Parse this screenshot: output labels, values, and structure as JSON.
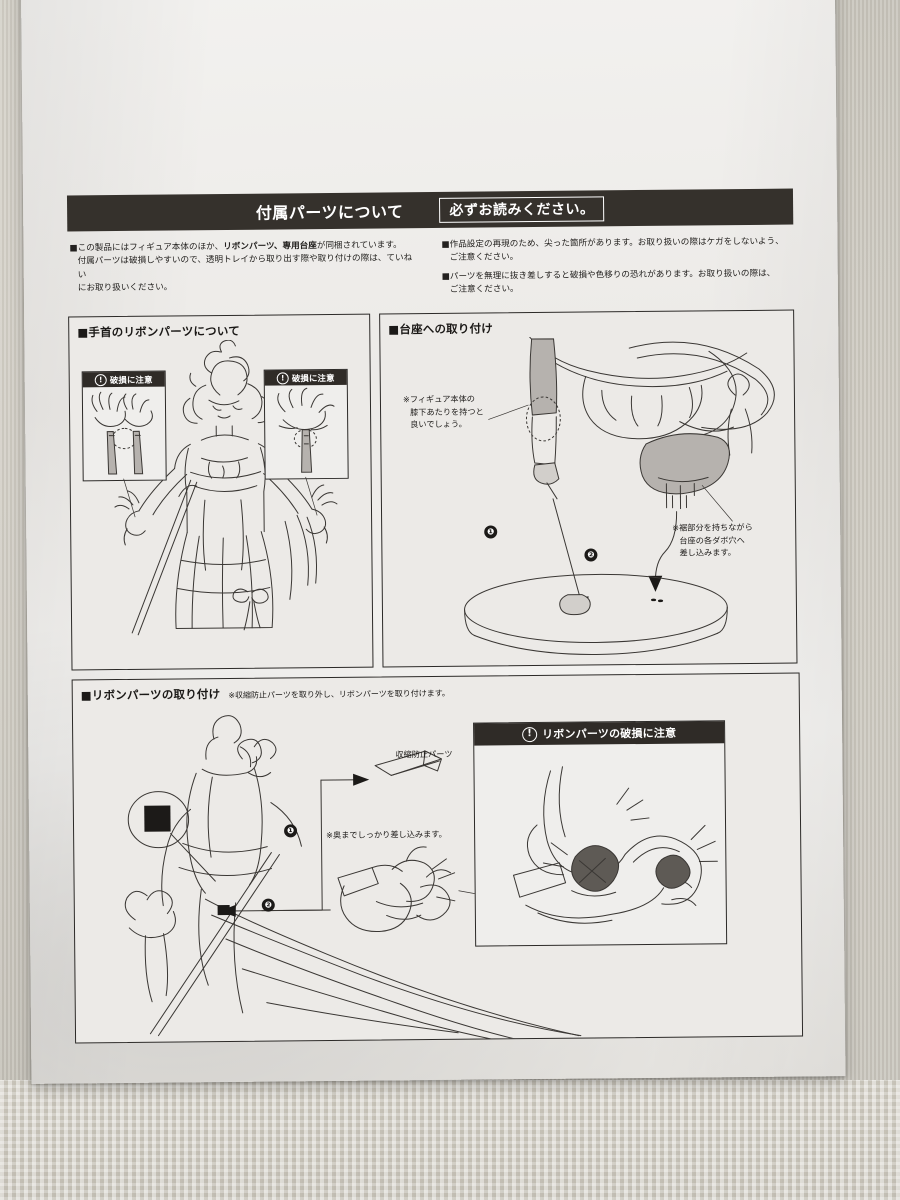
{
  "header": {
    "title": "付属パーツについて",
    "badge": "必ずお読みください。"
  },
  "intro": {
    "left": [
      {
        "bullet": "■",
        "line1_a": "この製品にはフィギュア本体のほか、",
        "line1_bold": "リボンパーツ、専用台座",
        "line1_b": "が同梱されています。",
        "line2": "付属パーツは破損しやすいので、透明トレイから取り出す際や取り付けの際は、ていねい",
        "line3": "にお取り扱いください。"
      }
    ],
    "right": [
      {
        "bullet": "■",
        "line1": "作品設定の再現のため、尖った箇所があります。お取り扱いの際はケガをしないよう、",
        "line2": "ご注意ください。"
      },
      {
        "bullet": "■",
        "line1": "パーツを無理に抜き差しすると破損や色移りの恐れがあります。お取り扱いの際は、",
        "line2": "ご注意ください。"
      }
    ]
  },
  "panels": {
    "wrist": {
      "title": "■手首のリボンパーツについて",
      "warning_left": "破損に注意",
      "warning_right": "破損に注意",
      "excl_glyph": "!"
    },
    "base": {
      "title": "■台座への取り付け",
      "note_knee": "※フィギュア本体の\n膝下あたりを持つと\n良いでしょう。",
      "note_knee_l1": "※フィギュア本体の",
      "note_knee_l2": "膝下あたりを持つと",
      "note_knee_l3": "良いでしょう。",
      "note_hem_l1": "※裾部分を持ちながら",
      "note_hem_l2": "台座の各ダボ穴へ",
      "note_hem_l3": "差し込みます。",
      "step1": "❶",
      "step2": "❷"
    },
    "ribbon": {
      "title": "■リボンパーツの取り付け",
      "subtitle": "※収縮防止パーツを取り外し、リボンパーツを取り付けます。",
      "label_shrink_part": "収縮防止パーツ",
      "note_insert": "※奥までしっかり差し込みます。",
      "step1": "❶",
      "step2": "❷",
      "inset_warning": "リボンパーツの破損に注意",
      "excl_glyph": "!"
    }
  },
  "colors": {
    "header_bar": "#35312c",
    "paper": "#efeeec",
    "ink": "#2c2a28",
    "line_art": "#3a3734",
    "backdrop": "#cdc9bf"
  }
}
